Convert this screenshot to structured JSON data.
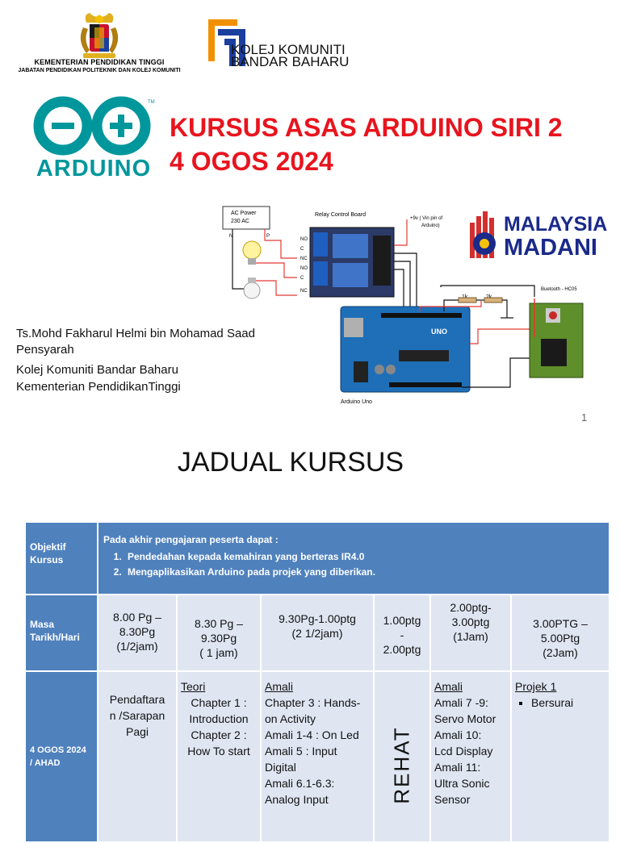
{
  "header": {
    "ministry_name": "KEMENTERIAN PENDIDIKAN TINGGI",
    "ministry_department": "JABATAN PENDIDIKAN POLITEKNIK DAN KOLEJ KOMUNITI",
    "college_name_line1": "KOLEJ KOMUNITI",
    "college_name_line2": "BANDAR BAHARU",
    "arduino_wordmark": "ARDUINO",
    "title_line1": "KURSUS ASAS ARDUINO SIRI 2",
    "title_line2": "4 OGOS 2024",
    "madani_line1": "MALAYSIA",
    "madani_line2": "MADANI",
    "colors": {
      "title": "#e8141e",
      "arduino_teal": "#00979c",
      "table_blue": "#4f81bd",
      "table_light": "#dfe6f2"
    }
  },
  "diagram": {
    "ac_power_1": "AC Power",
    "ac_power_2": "230 AC",
    "relay_board": "Relay Control  Board",
    "vin_1": "+9v ( Vin pin of",
    "vin_2": "Arduino)",
    "resistor_1": "1k",
    "resistor_2": "2k",
    "bluetooth": "Buetooth - HC05",
    "arduino_uno": "Arduino Uno",
    "wire_n": "N",
    "wire_p": "P",
    "pin_no": "NO",
    "pin_c": "C",
    "pin_nc": "NC",
    "uno": "UNO"
  },
  "presenter": {
    "name": "Ts.Mohd Fakharul Helmi bin Mohamad Saad",
    "role": "Pensyarah",
    "college": "Kolej Komuniti Bandar Baharu",
    "ministry": "Kementerian PendidikanTinggi"
  },
  "slide_number": "1",
  "schedule": {
    "title": "JADUAL KURSUS",
    "objective_label_1": "Objektif",
    "objective_label_2": "Kursus",
    "objective_intro": "Pada akhir pengajaran peserta dapat :",
    "objectives": [
      "Pendedahan kepada kemahiran yang berteras IR4.0",
      "Mengaplikasikan Arduino pada projek yang diberikan."
    ],
    "time_label_1": "Masa",
    "time_label_2": "Tarikh/Hari",
    "times": [
      [
        "8.00 Pg –",
        "8.30Pg",
        "(1/2jam)"
      ],
      [
        "8.30 Pg –",
        "9.30Pg",
        "( 1 jam)"
      ],
      [
        "9.30Pg-1.00ptg",
        "(2 1/2jam)",
        ""
      ],
      [
        "1.00ptg",
        "-",
        "2.00ptg"
      ],
      [
        "2.00ptg-",
        "3.00ptg",
        "(1Jam)"
      ],
      [
        "3.00PTG –",
        "5.00Ptg",
        "(2Jam)"
      ]
    ],
    "date_label_1": "4 OGOS 2024",
    "date_label_2": "/ AHAD",
    "slot1": [
      "Pendaftara",
      "n /Sarapan",
      "Pagi"
    ],
    "slot2_heading": "Teori",
    "slot2": [
      "Chapter 1 :",
      "Introduction",
      "Chapter 2 :",
      "How To start"
    ],
    "slot3_heading": "Amali",
    "slot3": [
      "Chapter 3 : Hands-",
      "on Activity",
      "Amali 1-4 : On Led",
      "Amali 5 : Input",
      "Digital",
      "Amali 6.1-6.3:",
      "Analog Input"
    ],
    "break_label": "REHAT",
    "slot5_heading": "Amali",
    "slot5": [
      "Amali 7 -9:",
      "Servo Motor",
      "Amali 10:",
      "Lcd Display",
      "Amali 11:",
      "Ultra Sonic",
      "Sensor"
    ],
    "slot6_heading": "Projek 1",
    "slot6_bullet": "Bersurai"
  }
}
